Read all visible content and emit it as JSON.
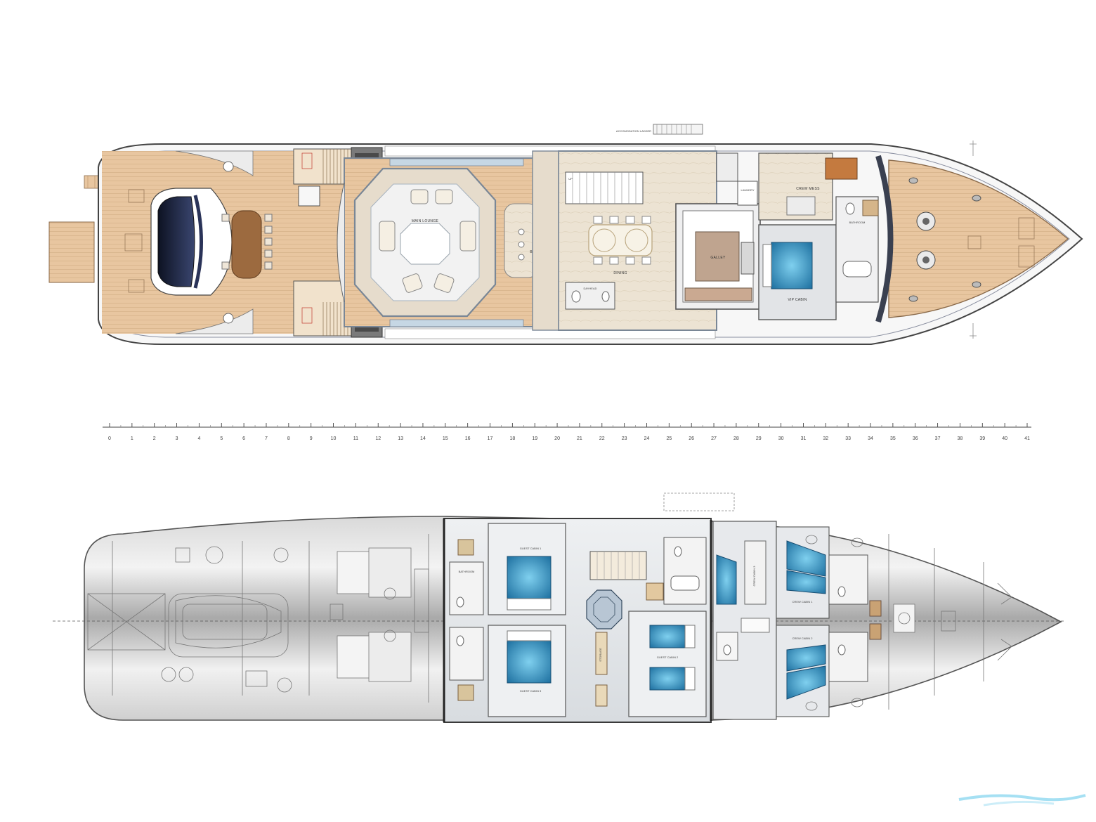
{
  "title": "",
  "colors": {
    "teak": "#e6c29b",
    "teak_dark": "#d7ab7e",
    "marble": "#eadfce",
    "hull_steel": "#b8b8b8",
    "bed_blue": "#2f8fc0",
    "window_navy": "#1d2540",
    "wall": "#6f7c8a"
  },
  "main_deck": {
    "labels": {
      "main_lounge": "MAIN LOUNGE",
      "bar": "BAR",
      "dining": "DINING",
      "dayhead": "DAYHEAD",
      "galley": "GALLEY",
      "vip_cabin": "VIP CABIN",
      "crew_mess": "CREW MESS",
      "laundry": "LAUNDRY",
      "bathroom": "BATHROOM",
      "up": "UP",
      "accommodation_ladder": "ACCOMODATION LADDER"
    }
  },
  "lower_deck": {
    "labels": {
      "guest_cabin_1": "GUEST CABIN 1",
      "guest_cabin_2": "GUEST CABIN 2",
      "guest_cabin_3": "GUEST CABIN 3",
      "crew_cabin_1": "CREW CABIN 1",
      "crew_cabin_2": "CREW CABIN 2",
      "crew_cabin_3": "CREW CABIN 3",
      "storage": "STORAGE",
      "bathroom": "BATHROOM"
    }
  },
  "scale": {
    "ticks": [
      "0",
      "1",
      "2",
      "3",
      "4",
      "5",
      "6",
      "7",
      "8",
      "9",
      "10",
      "11",
      "12",
      "13",
      "14",
      "15",
      "16",
      "17",
      "18",
      "19",
      "20",
      "21",
      "22",
      "23",
      "24",
      "25",
      "26",
      "27",
      "28",
      "29",
      "30",
      "31",
      "32",
      "33",
      "34",
      "35",
      "36",
      "37",
      "38",
      "39",
      "40",
      "41"
    ]
  }
}
